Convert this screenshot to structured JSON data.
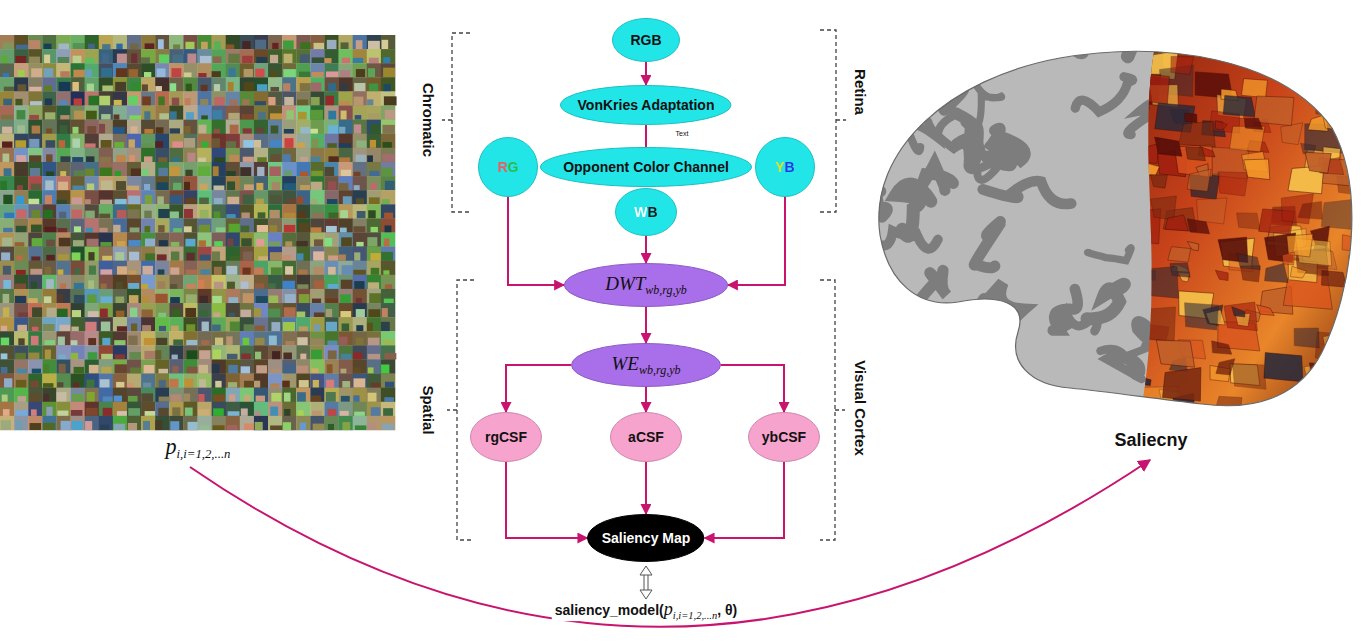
{
  "diagram": {
    "nodes": [
      {
        "text": [
          "RGB"
        ]
      },
      {
        "text": [
          "VonKries Adaptation"
        ]
      },
      {
        "text": [
          "RG"
        ]
      },
      {
        "text": [
          "Opponent Color Channel"
        ]
      },
      {
        "text": [
          "YB"
        ]
      },
      {
        "text": [
          "WB"
        ]
      },
      {
        "text": [
          "DWT",
          "wb,rg,yb"
        ]
      },
      {
        "text": [
          "WE",
          "wb,rg,yb"
        ]
      },
      {
        "text": [
          "rgCSF"
        ]
      },
      {
        "text": [
          "aCSF"
        ]
      },
      {
        "text": [
          "ybCSF"
        ]
      },
      {
        "text": [
          "Saliency Map"
        ]
      }
    ],
    "edges": [
      {
        "from": 0,
        "to": 1,
        "arrow": "to"
      },
      {
        "from": 1,
        "to": 3,
        "arrow": "none"
      },
      {
        "from": 2,
        "to": 6,
        "arrow": "to"
      },
      {
        "from": 5,
        "to": 6,
        "arrow": "to"
      },
      {
        "from": 4,
        "to": 6,
        "arrow": "to"
      },
      {
        "from": 6,
        "to": 7,
        "arrow": "to"
      },
      {
        "from": 7,
        "to": 8,
        "arrow": "to"
      },
      {
        "from": 7,
        "to": 9,
        "arrow": "to"
      },
      {
        "from": 7,
        "to": 10,
        "arrow": "to"
      },
      {
        "from": 8,
        "to": 11,
        "arrow": "to"
      },
      {
        "from": 9,
        "to": 11,
        "arrow": "to"
      },
      {
        "from": 10,
        "to": 11,
        "arrow": "to"
      }
    ],
    "labels": [
      "Chromatic",
      "Retina",
      "Spatial",
      "Visual Cortex",
      "Text",
      "p",
      "i,i=1,2,...n",
      "Saliecny",
      "saliency_model(",
      "p",
      "i,i=1,2,...n",
      ", θ)"
    ]
  }
}
